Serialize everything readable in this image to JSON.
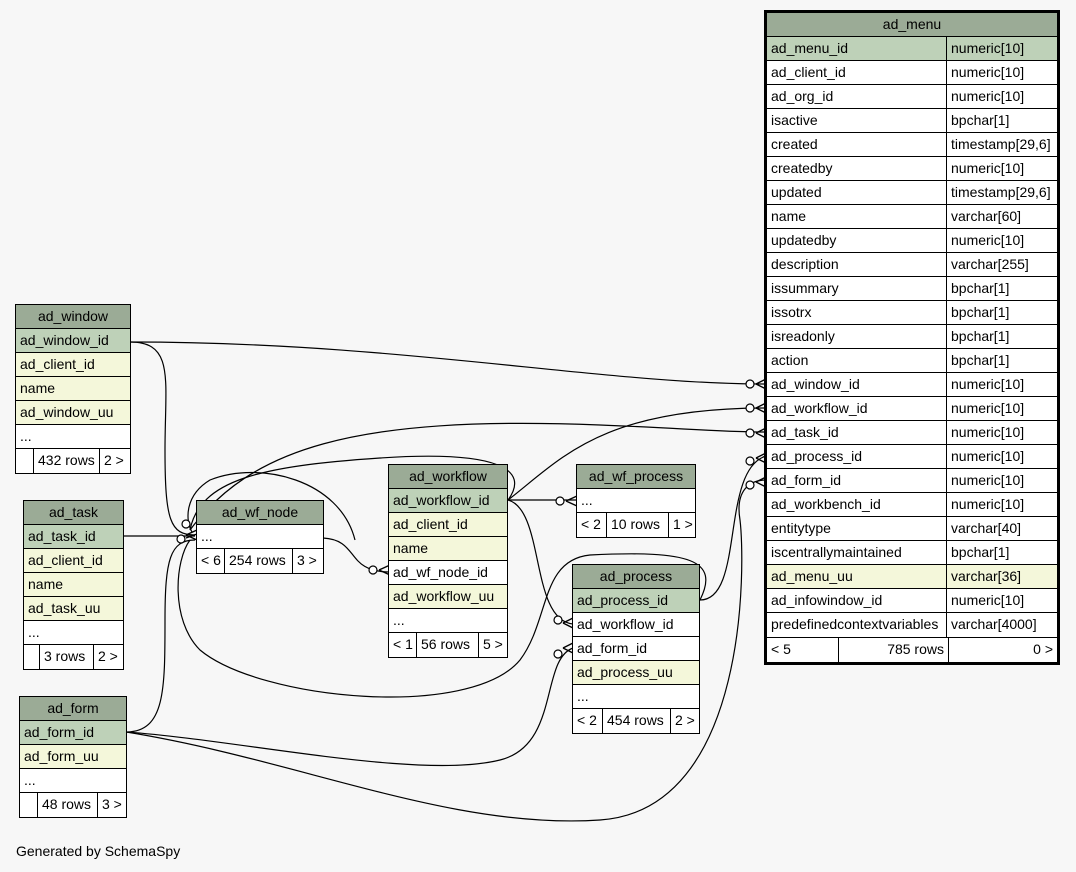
{
  "footer_text": "Generated by SchemaSpy",
  "colors": {
    "header": "#9bab96",
    "primary_key": "#bed1b8",
    "indexed": "#f4f7da",
    "background": "#f7f7f7"
  },
  "tables": {
    "ad_menu": {
      "name": "ad_menu",
      "columns": [
        {
          "name": "ad_menu_id",
          "type": "numeric[10]"
        },
        {
          "name": "ad_client_id",
          "type": "numeric[10]"
        },
        {
          "name": "ad_org_id",
          "type": "numeric[10]"
        },
        {
          "name": "isactive",
          "type": "bpchar[1]"
        },
        {
          "name": "created",
          "type": "timestamp[29,6]"
        },
        {
          "name": "createdby",
          "type": "numeric[10]"
        },
        {
          "name": "updated",
          "type": "timestamp[29,6]"
        },
        {
          "name": "name",
          "type": "varchar[60]"
        },
        {
          "name": "updatedby",
          "type": "numeric[10]"
        },
        {
          "name": "description",
          "type": "varchar[255]"
        },
        {
          "name": "issummary",
          "type": "bpchar[1]"
        },
        {
          "name": "issotrx",
          "type": "bpchar[1]"
        },
        {
          "name": "isreadonly",
          "type": "bpchar[1]"
        },
        {
          "name": "action",
          "type": "bpchar[1]"
        },
        {
          "name": "ad_window_id",
          "type": "numeric[10]"
        },
        {
          "name": "ad_workflow_id",
          "type": "numeric[10]"
        },
        {
          "name": "ad_task_id",
          "type": "numeric[10]"
        },
        {
          "name": "ad_process_id",
          "type": "numeric[10]"
        },
        {
          "name": "ad_form_id",
          "type": "numeric[10]"
        },
        {
          "name": "ad_workbench_id",
          "type": "numeric[10]"
        },
        {
          "name": "entitytype",
          "type": "varchar[40]"
        },
        {
          "name": "iscentrallymaintained",
          "type": "bpchar[1]"
        },
        {
          "name": "ad_menu_uu",
          "type": "varchar[36]"
        },
        {
          "name": "ad_infowindow_id",
          "type": "numeric[10]"
        },
        {
          "name": "predefinedcontextvariables",
          "type": "varchar[4000]"
        }
      ],
      "footer": {
        "parents": "< 5",
        "rows": "785 rows",
        "children": "0 >"
      }
    },
    "ad_window": {
      "name": "ad_window",
      "columns": [
        "ad_window_id",
        "ad_client_id",
        "name",
        "ad_window_uu",
        "..."
      ],
      "footer": {
        "parents": "",
        "rows": "432 rows",
        "children": "2 >"
      }
    },
    "ad_task": {
      "name": "ad_task",
      "columns": [
        "ad_task_id",
        "ad_client_id",
        "name",
        "ad_task_uu",
        "..."
      ],
      "footer": {
        "parents": "",
        "rows": "3 rows",
        "children": "2 >"
      }
    },
    "ad_form": {
      "name": "ad_form",
      "columns": [
        "ad_form_id",
        "ad_form_uu",
        "..."
      ],
      "footer": {
        "parents": "",
        "rows": "48 rows",
        "children": "3 >"
      }
    },
    "ad_wf_node": {
      "name": "ad_wf_node",
      "columns": [
        "..."
      ],
      "footer": {
        "parents": "< 6",
        "rows": "254 rows",
        "children": "3 >"
      }
    },
    "ad_workflow": {
      "name": "ad_workflow",
      "columns": [
        "ad_workflow_id",
        "ad_client_id",
        "name",
        "ad_wf_node_id",
        "ad_workflow_uu",
        "..."
      ],
      "footer": {
        "parents": "< 1",
        "rows": "56 rows",
        "children": "5 >"
      }
    },
    "ad_wf_process": {
      "name": "ad_wf_process",
      "columns": [
        "..."
      ],
      "footer": {
        "parents": "< 2",
        "rows": "10 rows",
        "children": "1 >"
      }
    },
    "ad_process": {
      "name": "ad_process",
      "columns": [
        "ad_process_id",
        "ad_workflow_id",
        "ad_form_id",
        "ad_process_uu",
        "..."
      ],
      "footer": {
        "parents": "< 2",
        "rows": "454 rows",
        "children": "2 >"
      }
    }
  }
}
